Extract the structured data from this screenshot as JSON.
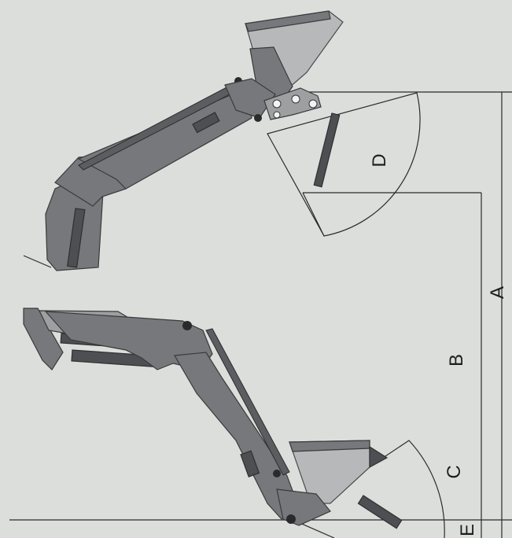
{
  "labels": {
    "a": "A",
    "b": "B",
    "c": "C",
    "d": "D",
    "e": "E"
  },
  "colors": {
    "background": "#dcdedb",
    "metal": "#77787b",
    "metal_dark": "#4e4f52",
    "bucket_face": "#b7b8ba",
    "line": "#2b2b2b"
  }
}
